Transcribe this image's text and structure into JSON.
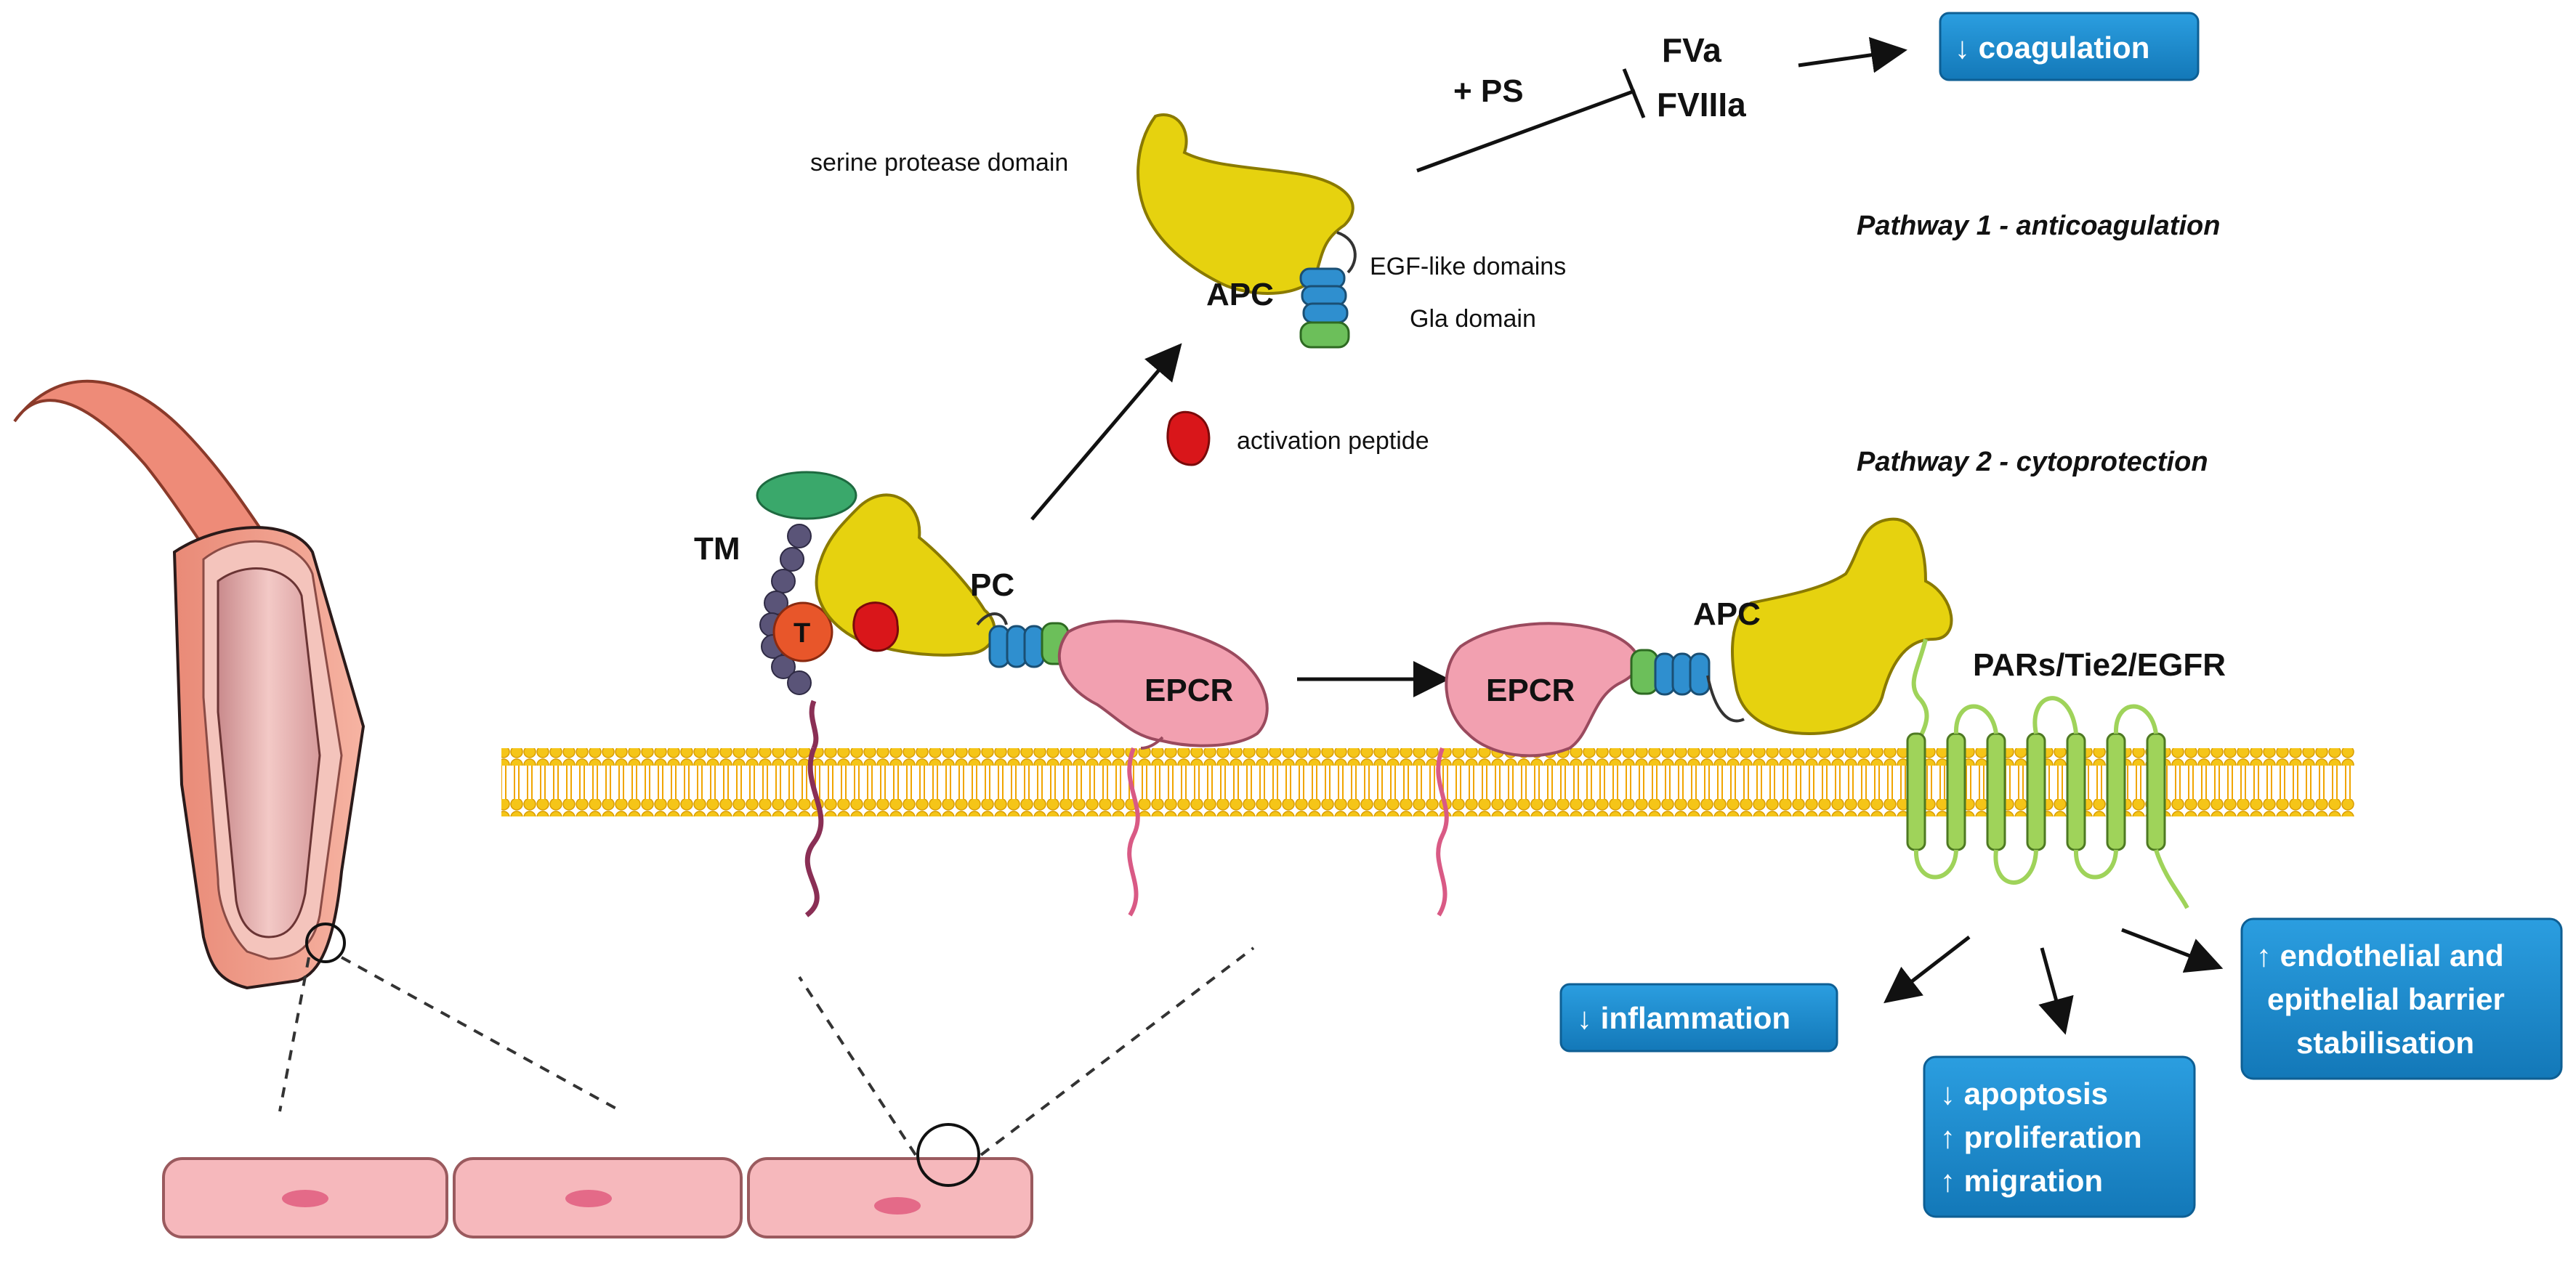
{
  "labels": {
    "serine_protease_domain": "serine protease domain",
    "apc_top": "APC",
    "egf_like_domains": "EGF-like domains",
    "gla_domain": "Gla domain",
    "activation_peptide": "activation peptide",
    "plus_ps": "+ PS",
    "fva": "FVa",
    "fviiia": "FVIIIa",
    "tm": "TM",
    "t": "T",
    "pc": "PC",
    "epcr_left": "EPCR",
    "epcr_right": "EPCR",
    "apc_bottom": "APC",
    "receptors": "PARs/Tie2/EGFR"
  },
  "pathways": {
    "pathway1": "Pathway 1 - anticoagulation",
    "pathway2": "Pathway 2 - cytoprotection"
  },
  "outcomes": {
    "coagulation": "↓ coagulation",
    "inflammation": "↓ inflammation",
    "apoptosis": "↓ apoptosis",
    "proliferation": "↑ proliferation",
    "migration": "↑ migration",
    "barrier_line1": "↑ endothelial and",
    "barrier_line2": "epithelial barrier",
    "barrier_line3": "stabilisation"
  },
  "colors": {
    "membrane_head": "#f5c518",
    "membrane_tail": "#f0a500",
    "protease": "#e6d20f",
    "egf": "#2f8fcf",
    "gla": "#6cbf5a",
    "epcr": "#f2a0b0",
    "activation_peptide": "#d9161a",
    "thrombin": "#e8562a",
    "tm_beads": "#5a5478",
    "tm_cap": "#3aa86b",
    "receptor": "#9fd35a",
    "outcome_box": "#1b87c9",
    "vessel_outer": "#ee8b78",
    "cell": "#f6b8bc"
  }
}
